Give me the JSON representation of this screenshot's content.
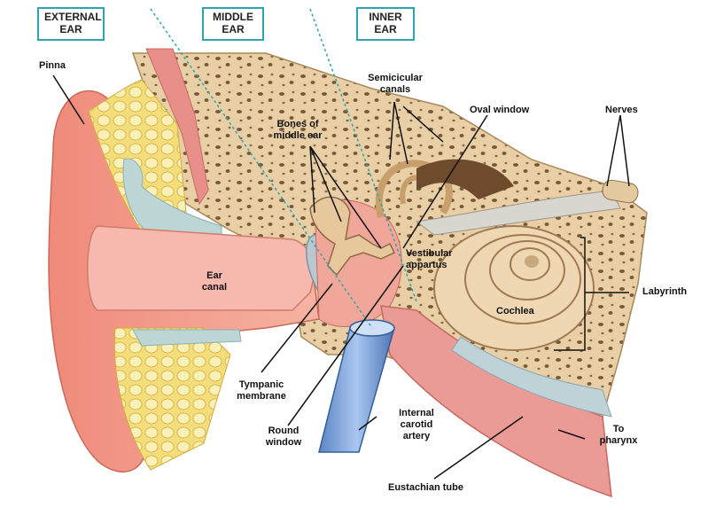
{
  "regions": {
    "external": [
      "EXTERNAL",
      "EAR"
    ],
    "middle": [
      "MIDDLE",
      "EAR"
    ],
    "inner": [
      "INNER",
      "EAR"
    ]
  },
  "labels": {
    "pinna": "Pinna",
    "semicircular": [
      "Semicicular",
      "canals"
    ],
    "oval_window": "Oval window",
    "nerves": "Nerves",
    "bones": [
      "Bones of",
      "middle ear"
    ],
    "vestibular": [
      "Vestibular",
      "appartus"
    ],
    "ear_canal": [
      "Ear",
      "canal"
    ],
    "cochlea": "Cochlea",
    "labyrinth": "Labyrinth",
    "tympanic": [
      "Tympanic",
      "membrane"
    ],
    "round_window": [
      "Round",
      "window"
    ],
    "carotid": [
      "Internal",
      "carotid",
      "artery"
    ],
    "pharynx": [
      "To",
      "pharynx"
    ],
    "eustachian": "Eustachian tube"
  }
}
